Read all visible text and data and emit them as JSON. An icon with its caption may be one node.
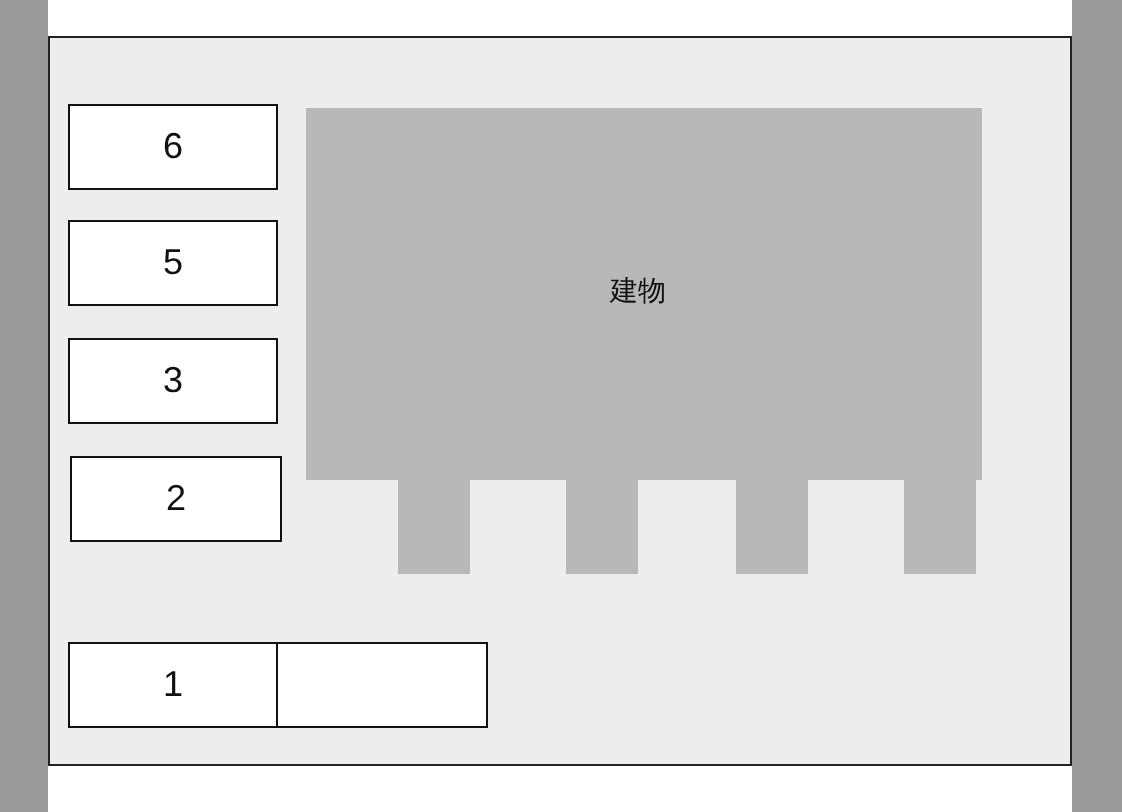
{
  "diagram": {
    "nodes": [
      {
        "text": [
          "6"
        ]
      },
      {
        "text": [
          "5"
        ]
      },
      {
        "text": [
          "3"
        ]
      },
      {
        "text": [
          "2"
        ]
      },
      {
        "text": [
          "建物"
        ]
      },
      {
        "text": [
          "1"
        ]
      },
      {
        "text": [],
        "shape": "box"
      },
      {
        "text": [],
        "shape": "bar"
      },
      {
        "text": [],
        "shape": "bar"
      }
    ]
  }
}
